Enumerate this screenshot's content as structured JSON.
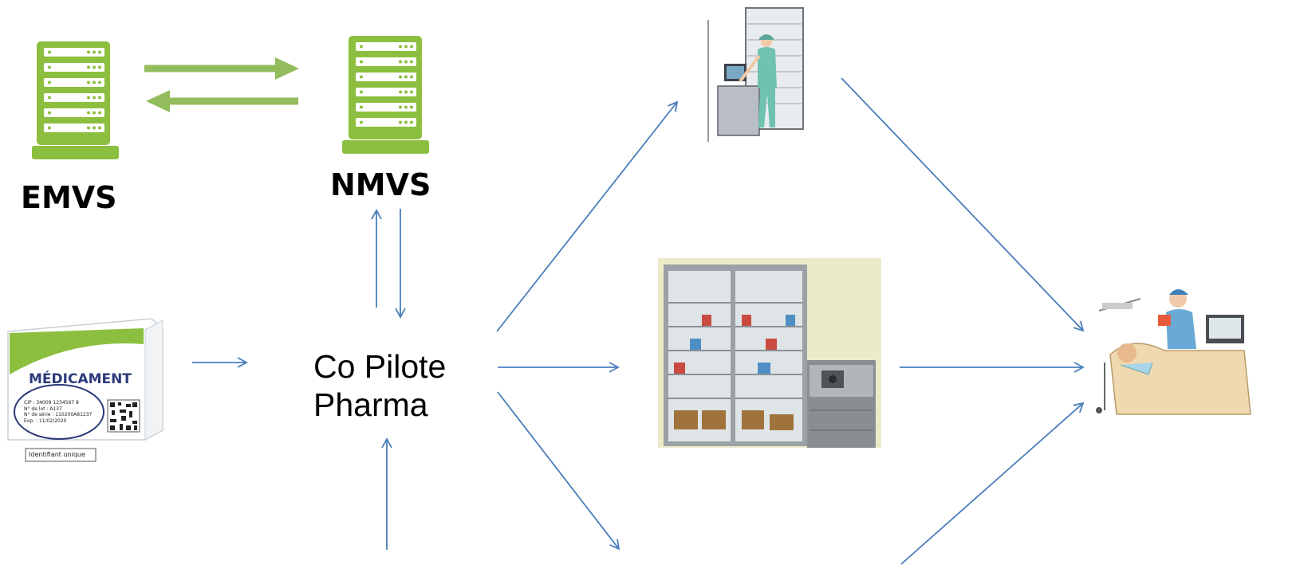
{
  "servers": {
    "emvs": {
      "label": "EMVS"
    },
    "nmvs": {
      "label": "NMVS"
    }
  },
  "center": {
    "line1": "Co Pilote",
    "line2": "Pharma"
  },
  "medicine_box": {
    "brand": "MÉDICAMENT",
    "cip": "CIP : 34009 1234567 8",
    "lot": "N° de lot : A137",
    "serial": "N° de série : 110200A81237",
    "exp": "Exp. : 11/02/2020",
    "tag": "Identifiant unique"
  },
  "colors": {
    "server_green": "#8cbf3f",
    "arrow_green": "#93bd5c",
    "arrow_blue": "#4a7ebb"
  },
  "icons": [
    "server-icon",
    "pharmacist-cabinet-image",
    "pharmacy-cabinet-image",
    "bedside-nurse-image",
    "medicine-box-image"
  ]
}
